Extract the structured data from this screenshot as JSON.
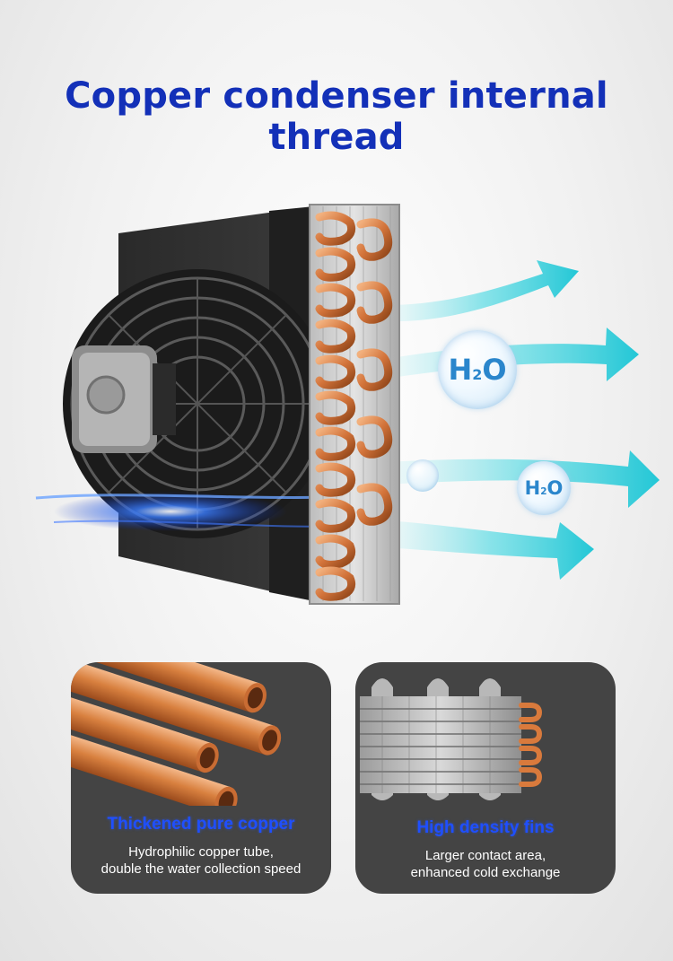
{
  "title": "Copper condenser internal thread",
  "badges": [
    {
      "main": "H",
      "sub": "2",
      "end": "O"
    },
    {
      "main": "H",
      "sub": "2",
      "end": "O"
    }
  ],
  "cards": [
    {
      "title": "Thickened pure copper",
      "desc_lines": [
        "Hydrophilic copper tube,",
        "double the water collection speed"
      ]
    },
    {
      "title": "High density fins",
      "desc_lines": [
        "Larger contact area,",
        "enhanced cold exchange"
      ]
    }
  ],
  "colors": {
    "title": "#1330b8",
    "card_bg": "#444444",
    "card_title": "#1f4fff",
    "copper": "#d27a3e",
    "airflow": "#3fd3dd"
  }
}
